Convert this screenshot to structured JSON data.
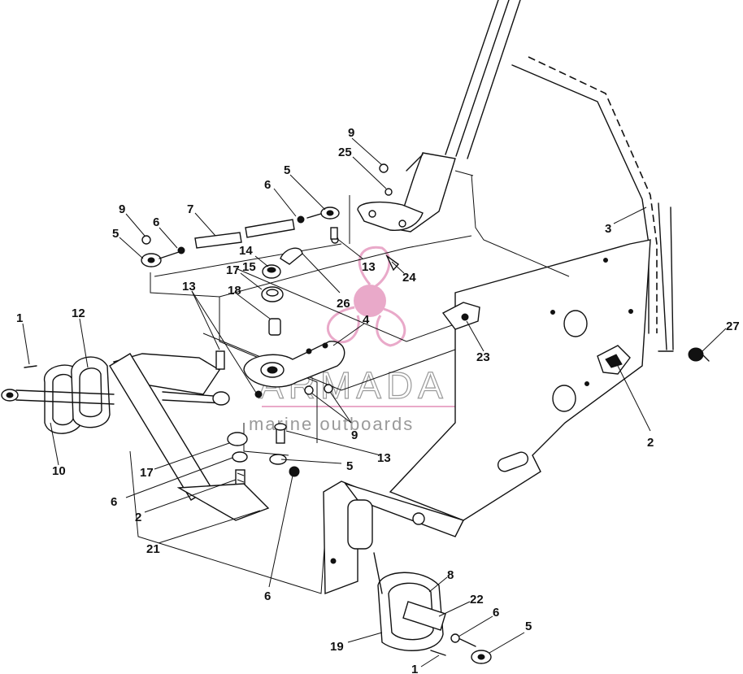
{
  "watermark": {
    "title": "ARMADA",
    "subtitle": "marine outboards",
    "accent_color": "#e9a9c9"
  },
  "callouts": [
    {
      "id": "c-1a",
      "label": "1"
    },
    {
      "id": "c-12",
      "label": "12"
    },
    {
      "id": "c-10",
      "label": "10"
    },
    {
      "id": "c-9a",
      "label": "9"
    },
    {
      "id": "c-6a",
      "label": "6"
    },
    {
      "id": "c-7",
      "label": "7"
    },
    {
      "id": "c-5a",
      "label": "5"
    },
    {
      "id": "c-14",
      "label": "14"
    },
    {
      "id": "c-15",
      "label": "15"
    },
    {
      "id": "c-17a",
      "label": "17"
    },
    {
      "id": "c-13a",
      "label": "13"
    },
    {
      "id": "c-18",
      "label": "18"
    },
    {
      "id": "c-6b",
      "label": "6"
    },
    {
      "id": "c-5b",
      "label": "5"
    },
    {
      "id": "c-13b",
      "label": "13"
    },
    {
      "id": "c-26",
      "label": "26"
    },
    {
      "id": "c-4",
      "label": "4"
    },
    {
      "id": "c-9b",
      "label": "9"
    },
    {
      "id": "c-25",
      "label": "25"
    },
    {
      "id": "c-24",
      "label": "24"
    },
    {
      "id": "c-3",
      "label": "3"
    },
    {
      "id": "c-23",
      "label": "23"
    },
    {
      "id": "c-27",
      "label": "27"
    },
    {
      "id": "c-2a",
      "label": "2"
    },
    {
      "id": "c-9c",
      "label": "9"
    },
    {
      "id": "c-13c",
      "label": "13"
    },
    {
      "id": "c-5c",
      "label": "5"
    },
    {
      "id": "c-17b",
      "label": "17"
    },
    {
      "id": "c-6c",
      "label": "6"
    },
    {
      "id": "c-2b",
      "label": "2"
    },
    {
      "id": "c-21",
      "label": "21"
    },
    {
      "id": "c-6d",
      "label": "6"
    },
    {
      "id": "c-8",
      "label": "8"
    },
    {
      "id": "c-22",
      "label": "22"
    },
    {
      "id": "c-6e",
      "label": "6"
    },
    {
      "id": "c-5d",
      "label": "5"
    },
    {
      "id": "c-19",
      "label": "19"
    },
    {
      "id": "c-1b",
      "label": "1"
    }
  ]
}
